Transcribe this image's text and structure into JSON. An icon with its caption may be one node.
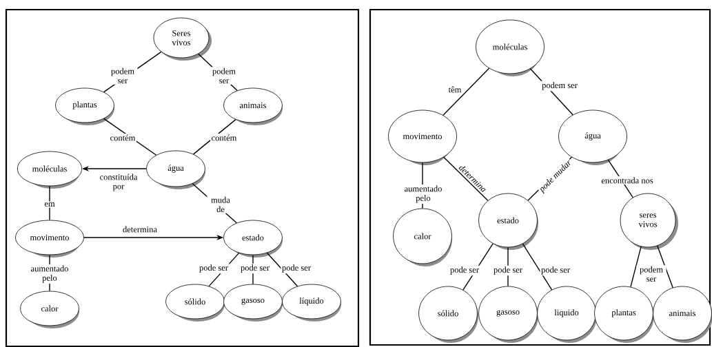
{
  "diagram": {
    "nodes": [
      {
        "text": [
          "Seres vivos"
        ]
      },
      {
        "text": [
          "plantas"
        ]
      },
      {
        "text": [
          "animais"
        ]
      },
      {
        "text": [
          "água"
        ]
      },
      {
        "text": [
          "moléculas"
        ]
      },
      {
        "text": [
          "movimento"
        ]
      },
      {
        "text": [
          "estado"
        ]
      },
      {
        "text": [
          "calor"
        ]
      },
      {
        "text": [
          "sólido"
        ]
      },
      {
        "text": [
          "gasoso"
        ]
      },
      {
        "text": [
          "líquido"
        ]
      },
      {
        "text": [
          "moléculas"
        ]
      },
      {
        "text": [
          "movimento"
        ]
      },
      {
        "text": [
          "água"
        ]
      },
      {
        "text": [
          "calor"
        ]
      },
      {
        "text": [
          "estado"
        ]
      },
      {
        "text": [
          "seres vivos"
        ]
      },
      {
        "text": [
          "sólido"
        ]
      },
      {
        "text": [
          "gasoso"
        ]
      },
      {
        "text": [
          "liquido"
        ]
      },
      {
        "text": [
          "plantas"
        ]
      },
      {
        "text": [
          "animais"
        ]
      }
    ],
    "edges": [
      {
        "from": 0,
        "to": 1,
        "arrow": "none",
        "label": "podem ser"
      },
      {
        "from": 0,
        "to": 2,
        "arrow": "none",
        "label": "podem ser"
      },
      {
        "from": 1,
        "to": 3,
        "arrow": "none",
        "label": "contém"
      },
      {
        "from": 2,
        "to": 3,
        "arrow": "none",
        "label": "contém"
      },
      {
        "from": 3,
        "to": 4,
        "arrow": "to",
        "label": "constituída por"
      },
      {
        "from": 4,
        "to": 5,
        "arrow": "none",
        "label": "em"
      },
      {
        "from": 3,
        "to": 6,
        "arrow": "none",
        "label": "muda de"
      },
      {
        "from": 5,
        "to": 6,
        "arrow": "to",
        "label": "determina"
      },
      {
        "from": 5,
        "to": 7,
        "arrow": "none",
        "label": "aumentado pelo"
      },
      {
        "from": 6,
        "to": 8,
        "arrow": "none",
        "label": "pode ser"
      },
      {
        "from": 6,
        "to": 9,
        "arrow": "none",
        "label": "pode ser"
      },
      {
        "from": 6,
        "to": 10,
        "arrow": "none",
        "label": "pode ser"
      },
      {
        "from": 11,
        "to": 12,
        "arrow": "none",
        "label": "têm"
      },
      {
        "from": 11,
        "to": 13,
        "arrow": "none",
        "label": "podem ser"
      },
      {
        "from": 12,
        "to": 14,
        "arrow": "none",
        "label": "aumentado pelo"
      },
      {
        "from": 12,
        "to": 15,
        "arrow": "none",
        "label": "determina"
      },
      {
        "from": 13,
        "to": 15,
        "arrow": "none",
        "label": "pode mudar"
      },
      {
        "from": 13,
        "to": 16,
        "arrow": "none",
        "label": "encontrada nos"
      },
      {
        "from": 15,
        "to": 17,
        "arrow": "none",
        "label": "pode ser"
      },
      {
        "from": 15,
        "to": 18,
        "arrow": "none",
        "label": "pode ser"
      },
      {
        "from": 15,
        "to": 19,
        "arrow": "none",
        "label": "pode ser"
      },
      {
        "from": 16,
        "to": 20,
        "arrow": "none",
        "label": "podem ser"
      },
      {
        "from": 16,
        "to": 21,
        "arrow": "none"
      }
    ]
  }
}
